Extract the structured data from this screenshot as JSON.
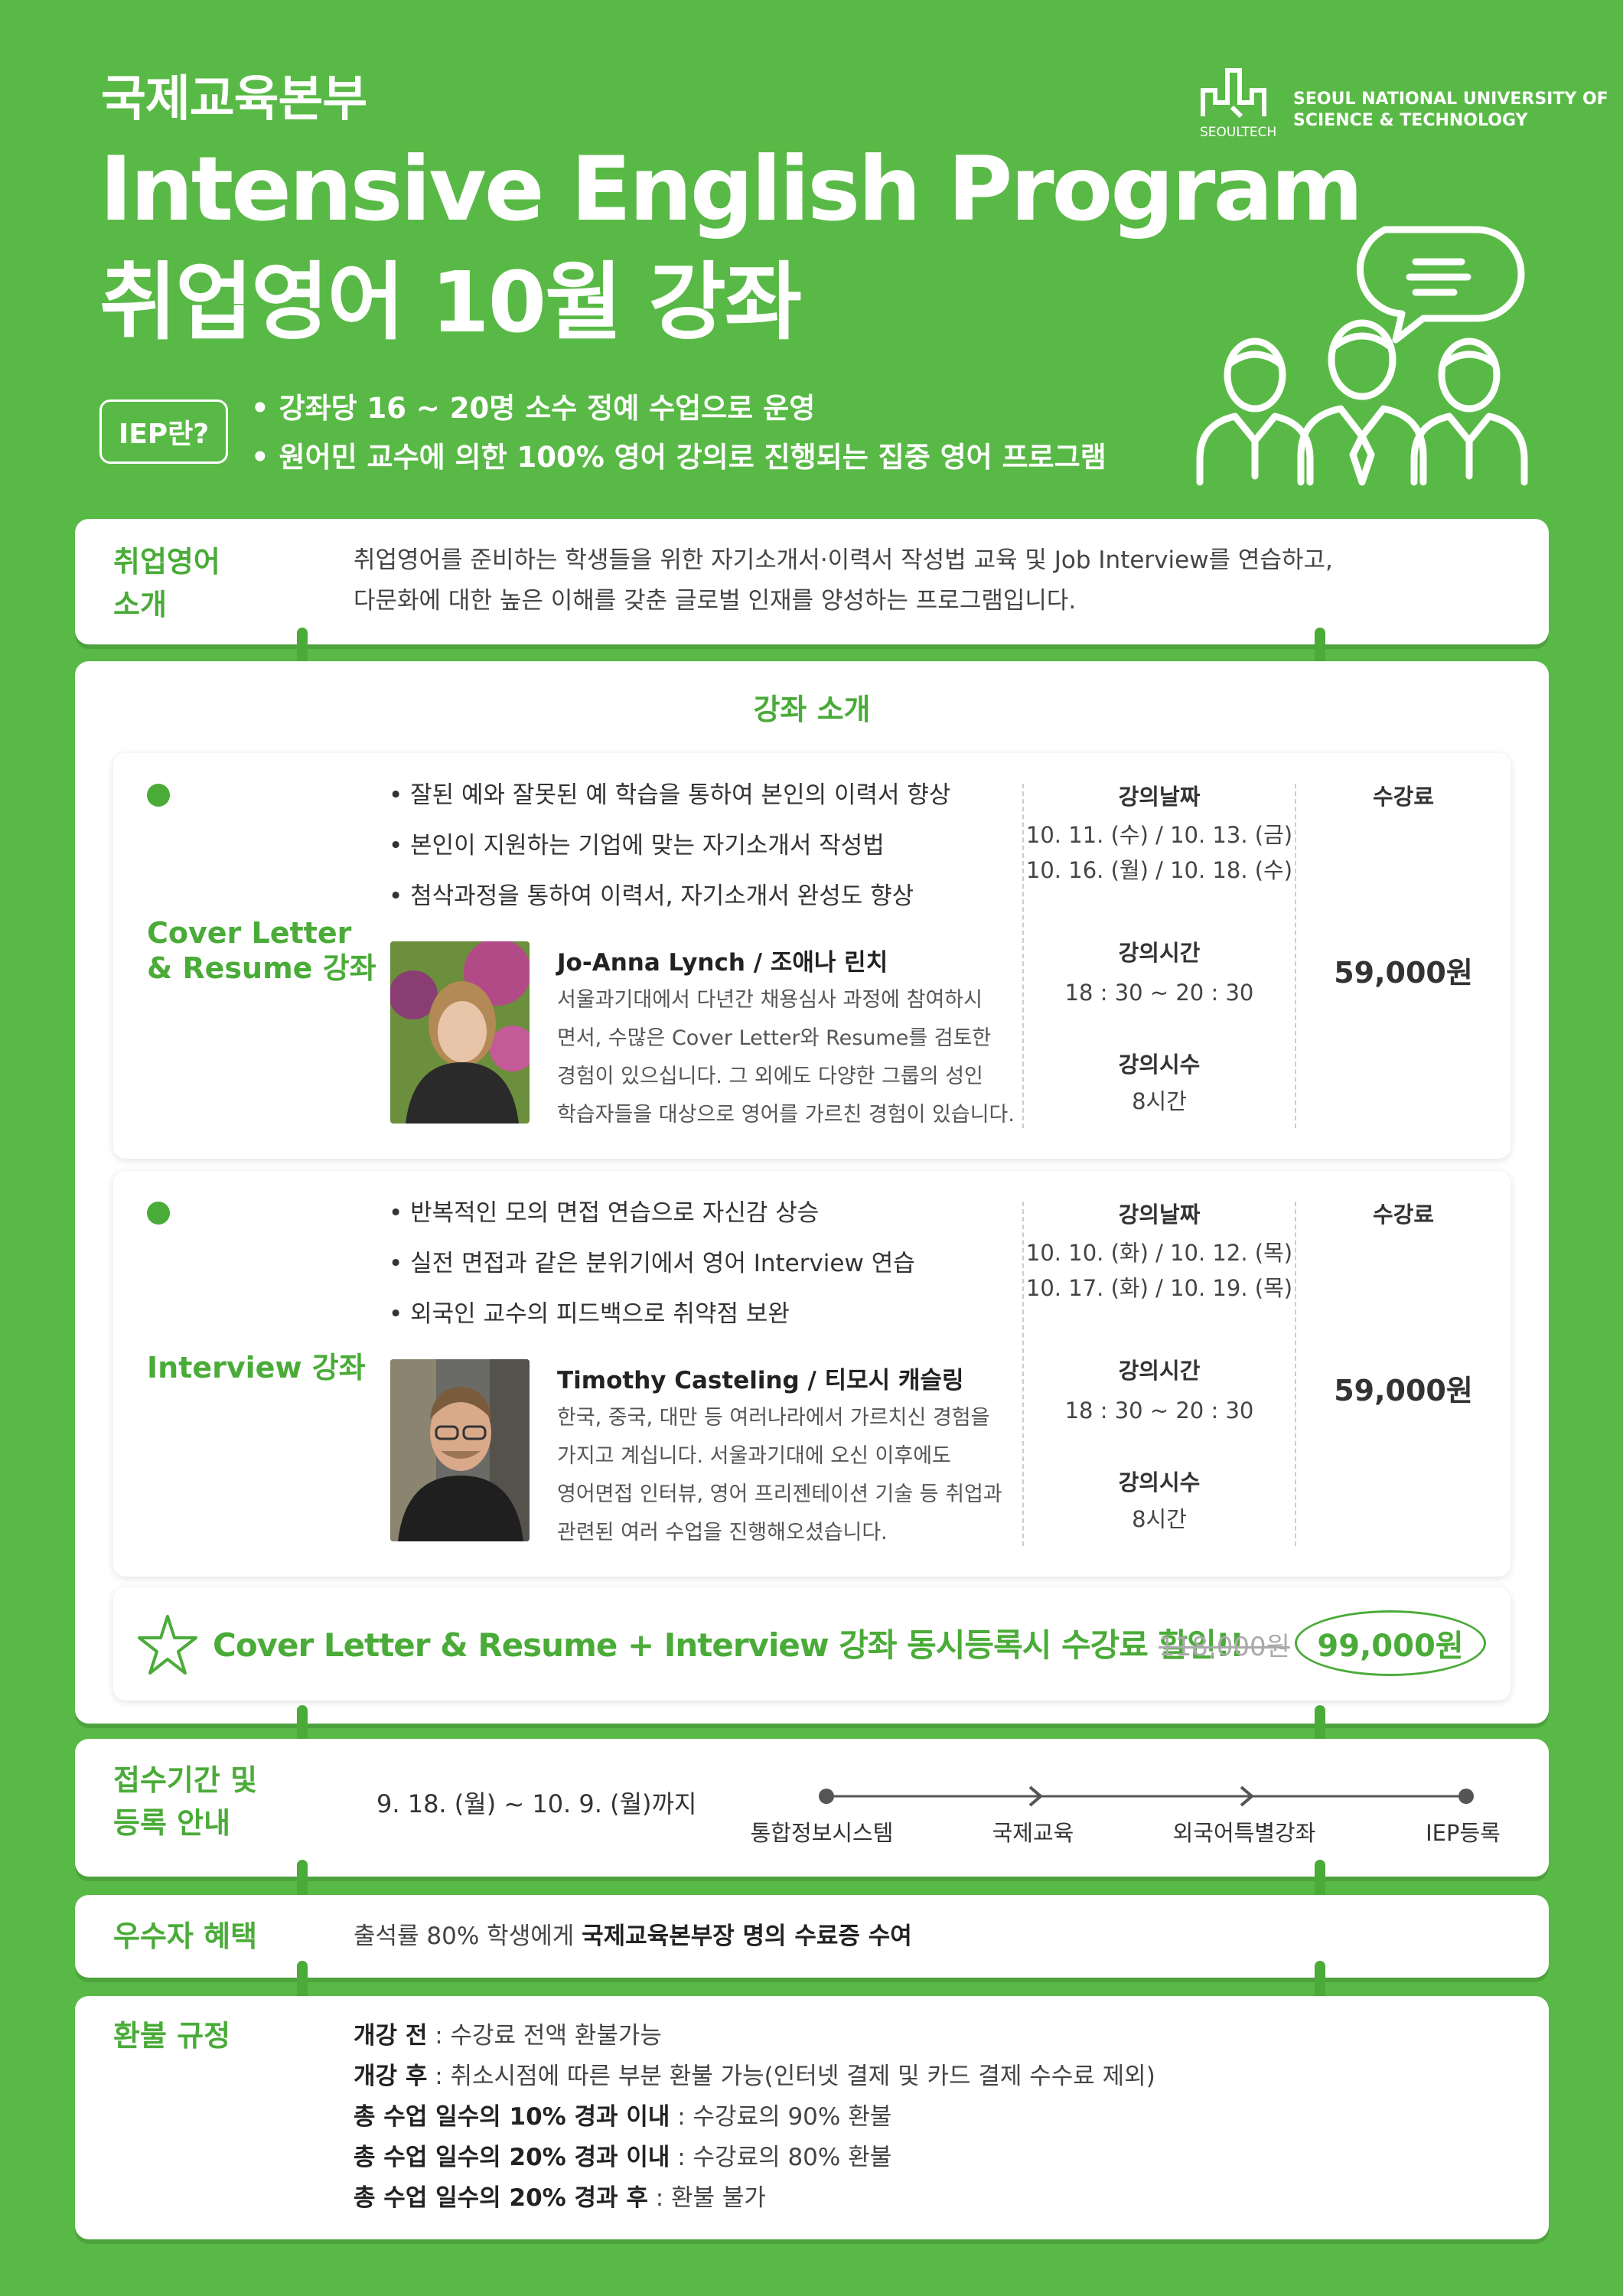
{
  "header": {
    "dept": "국제교육본부",
    "title": "Intensive English Program",
    "subtitle": "취업영어 10월 강좌",
    "iep_badge": "IEP란?",
    "iep_bullets": [
      "강좌당 16 ~ 20명 소수 정예 수업으로 운영",
      "원어민 교수에 의한 100% 영어 강의로 진행되는 집중 영어 프로그램"
    ],
    "logo_text": "SEOULTECH",
    "university_line1": "SEOUL NATIONAL UNIVERSITY OF",
    "university_line2": "SCIENCE & TECHNOLOGY"
  },
  "intro": {
    "label_line1": "취업영어",
    "label_line2": "소개",
    "text_line1": "취업영어를 준비하는 학생들을 위한 자기소개서·이력서 작성법 교육 및 Job Interview를 연습하고,",
    "text_line2": "다문화에 대한 높은 이해를 갖춘 글로벌 인재를 양성하는 프로그램입니다."
  },
  "courses_section": {
    "title": "강좌 소개",
    "courses": [
      {
        "name_line1": "Cover Letter",
        "name_line2": "& Resume 강좌",
        "bullets": [
          "잘된 예와 잘못된 예 학습을 통하여 본인의 이력서 향상",
          "본인이 지원하는 기업에 맞는 자기소개서 작성법",
          "첨삭과정을 통하여 이력서, 자기소개서 완성도 향상"
        ],
        "teacher": "Jo-Anna Lynch /  조애나 린치",
        "bio": [
          "서울과기대에서 다년간 채용심사 과정에 참여하시",
          "면서, 수많은 Cover Letter와 Resume를 검토한",
          "경험이 있으십니다. 그 외에도 다양한 그룹의 성인",
          "학습자들을 대상으로 영어를 가르친 경험이 있습니다."
        ],
        "date_label": "강의날짜",
        "dates": [
          "10. 11. (수) / 10. 13. (금)",
          "10. 16. (월) / 10. 18. (수)"
        ],
        "time_label": "강의시간",
        "time": "18 : 30 ~ 20 : 30",
        "hours_label": "강의시수",
        "hours": "8시간",
        "fee_label": "수강료",
        "fee": "59,000원"
      },
      {
        "name_line1": "Interview 강좌",
        "name_line2": "",
        "bullets": [
          "반복적인 모의 면접 연습으로 자신감 상승",
          "실전 면접과 같은 분위기에서 영어 Interview 연습",
          "외국인 교수의 피드백으로 취약점 보완"
        ],
        "teacher": "Timothy Casteling / 티모시 캐슬링",
        "bio": [
          "한국, 중국, 대만 등 여러나라에서 가르치신 경험을",
          "가지고 계십니다. 서울과기대에 오신 이후에도",
          "영어면접 인터뷰, 영어 프리젠테이션 기술 등 취업과",
          "관련된 여러 수업을 진행해오셨습니다."
        ],
        "date_label": "강의날짜",
        "dates": [
          "10. 10. (화) / 10. 12. (목)",
          "10. 17. (화) / 10. 19. (목)"
        ],
        "time_label": "강의시간",
        "time": "18 : 30 ~ 20 : 30",
        "hours_label": "강의시수",
        "hours": "8시간",
        "fee_label": "수강료",
        "fee": "59,000원"
      }
    ],
    "promo": {
      "text": "Cover Letter & Resume + Interview 강좌 동시등록시 수강료 할인!!",
      "old_price": "118,000원",
      "new_price": "99,000원"
    }
  },
  "registration": {
    "label_line1": "접수기간 및",
    "label_line2": "등록 안내",
    "period": "9. 18. (월) ~ 10. 9. (월)까지",
    "steps": [
      "통합정보시스템",
      "국제교육",
      "외국어특별강좌",
      "IEP등록"
    ]
  },
  "benefit": {
    "label": "우수자 혜택",
    "text_prefix": "출석률 80% 학생에게 ",
    "text_strong": "국제교육본부장 명의 수료증 수여"
  },
  "refund": {
    "label": "환불 규정",
    "rules": [
      {
        "k": "개강 전",
        "v": " : 수강료 전액 환불가능"
      },
      {
        "k": "개강 후",
        "v": " : 취소시점에 따른 부분 환불 가능(인터넷 결제 및 카드 결제 수수료 제외)"
      },
      {
        "k": "총 수업 일수의 10% 경과 이내",
        "v": " : 수강료의 90% 환불"
      },
      {
        "k": "총 수업 일수의 20% 경과 이내",
        "v": " : 수강료의 80% 환불"
      },
      {
        "k": "총 수업 일수의 20% 경과 후",
        "v": " : 환불 불가"
      }
    ]
  },
  "colors": {
    "brand_green": "#59b946",
    "accent_green": "#4aab38"
  }
}
